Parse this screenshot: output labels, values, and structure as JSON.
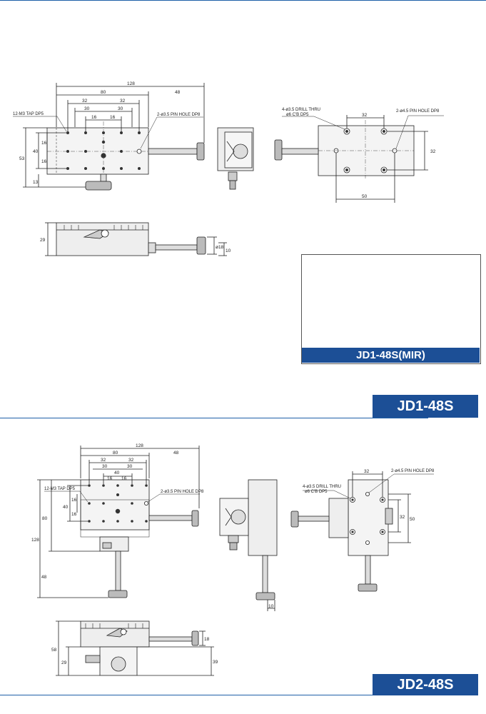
{
  "jd1": {
    "title": "JD1-48S",
    "dims": {
      "d128": "128",
      "d80": "80",
      "d48": "48",
      "d32a": "32",
      "d32b": "32",
      "d30a": "30",
      "d30b": "30",
      "d16a": "16",
      "d16b": "16",
      "d53": "53",
      "d40": "40",
      "d16c": "16",
      "d16d": "16",
      "d13": "13",
      "d29": "29",
      "d18": "ø18",
      "d10": "10",
      "r32": "32",
      "r32v": "32",
      "r50": "50"
    },
    "notes": {
      "tap": "12-M3 TAP DP5",
      "pin": "2-ø3.5 PIN HOLE DP8",
      "drill1": "4-ø3.5 DRILL THRU",
      "drill2": "ø6 C'B DP5",
      "pin2": "2-ø4.5 PIN HOLE DP8"
    }
  },
  "mirror": {
    "title": "JD1-48S(MIR)"
  },
  "jd2": {
    "title": "JD2-48S",
    "dims": {
      "d128": "128",
      "d80": "80",
      "d48": "48",
      "d32a": "32",
      "d32b": "32",
      "d30a": "30",
      "d30b": "30",
      "d40": "40",
      "d16a": "16",
      "d16b": "16",
      "v80": "80",
      "v40": "40",
      "v16a": "16",
      "v16b": "16",
      "v128": "128",
      "v48": "48",
      "s10": "10",
      "r32": "32",
      "r32v": "32",
      "r50": "50",
      "f58": "58",
      "f29": "29",
      "f18": "18",
      "f39": "39"
    },
    "notes": {
      "tap": "12-M3 TAP DP5",
      "pin": "2-ø3.5 PIN HOLE DP8",
      "drill1": "4-ø3.5 DRILL THRU",
      "drill2": "ø6 C'B DP5",
      "pin2": "2-ø4.5 PIN HOLE DP8"
    }
  }
}
